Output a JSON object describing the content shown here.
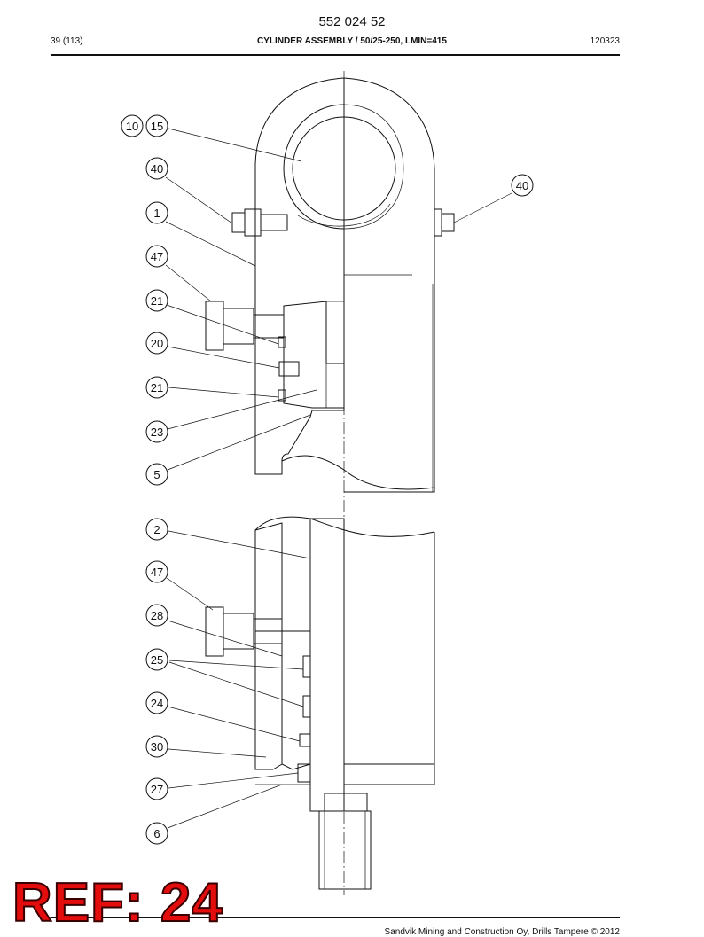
{
  "header": {
    "doc_number": "552 024 52",
    "page": "39 (113)",
    "title": "CYLINDER ASSEMBLY / 50/25-250, LMIN=415",
    "code": "120323"
  },
  "footer": {
    "text": "Sandvik Mining and Construction Oy, Drills Tampere © 2012"
  },
  "stamp": {
    "text": "REF: 24",
    "color": "#e30d0d"
  },
  "callouts": [
    {
      "id": "c10",
      "label": "10"
    },
    {
      "id": "c15",
      "label": "15"
    },
    {
      "id": "c40a",
      "label": "40"
    },
    {
      "id": "c40b",
      "label": "40"
    },
    {
      "id": "c1",
      "label": "1"
    },
    {
      "id": "c47a",
      "label": "47"
    },
    {
      "id": "c21a",
      "label": "21"
    },
    {
      "id": "c20",
      "label": "20"
    },
    {
      "id": "c21b",
      "label": "21"
    },
    {
      "id": "c23",
      "label": "23"
    },
    {
      "id": "c5",
      "label": "5"
    },
    {
      "id": "c2",
      "label": "2"
    },
    {
      "id": "c47b",
      "label": "47"
    },
    {
      "id": "c28",
      "label": "28"
    },
    {
      "id": "c25",
      "label": "25"
    },
    {
      "id": "c24",
      "label": "24"
    },
    {
      "id": "c30",
      "label": "30"
    },
    {
      "id": "c27",
      "label": "27"
    },
    {
      "id": "c6",
      "label": "6"
    }
  ]
}
